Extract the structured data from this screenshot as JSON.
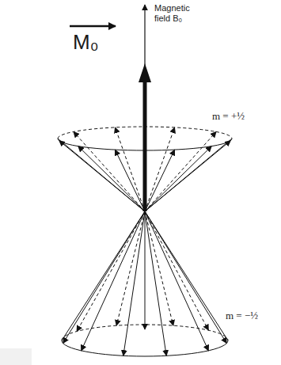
{
  "diagram": {
    "labels": [
      "Magnetic field B₀",
      "M₀",
      "m = +½",
      "m = −½"
    ]
  }
}
